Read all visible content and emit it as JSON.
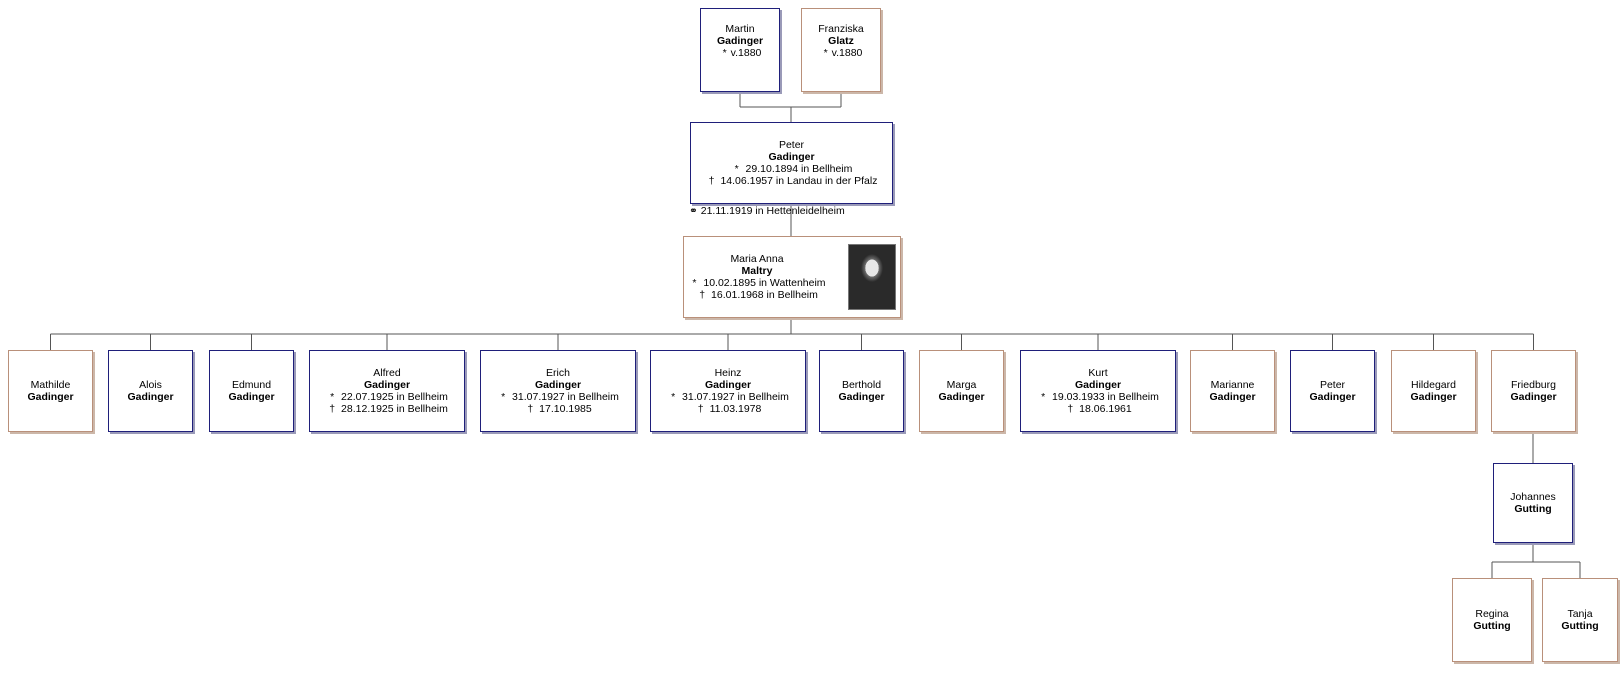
{
  "parents": [
    {
      "id": "martin",
      "given": "Martin",
      "surname": "Gadinger",
      "events": [
        {
          "symbol": "*",
          "text": "v.1880"
        }
      ],
      "sex": "m"
    },
    {
      "id": "franziska",
      "given": "Franziska",
      "surname": "Glatz",
      "events": [
        {
          "symbol": "*",
          "text": "v.1880"
        }
      ],
      "sex": "f"
    }
  ],
  "subject": {
    "given": "Peter",
    "surname": "Gadinger",
    "events": [
      {
        "symbol": "*",
        "text": "29.10.1894 in Bellheim"
      },
      {
        "symbol": "†",
        "text": "14.06.1957 in Landau in der Pfalz"
      }
    ]
  },
  "marriage": {
    "symbol": "⚭",
    "text": "21.11.1919 in Hettenleidelheim"
  },
  "spouse": {
    "given": "Maria Anna",
    "surname": "Maltry",
    "events": [
      {
        "symbol": "*",
        "text": "10.02.1895 in Wattenheim"
      },
      {
        "symbol": "†",
        "text": "16.01.1968 in Bellheim"
      }
    ]
  },
  "children": [
    {
      "given": "Mathilde",
      "surname": "Gadinger",
      "sex": "f",
      "events": []
    },
    {
      "given": "Alois",
      "surname": "Gadinger",
      "sex": "m",
      "events": []
    },
    {
      "given": "Edmund",
      "surname": "Gadinger",
      "sex": "m",
      "events": []
    },
    {
      "given": "Alfred",
      "surname": "Gadinger",
      "sex": "m",
      "events": [
        {
          "symbol": "*",
          "text": "22.07.1925 in Bellheim"
        },
        {
          "symbol": "†",
          "text": "28.12.1925 in Bellheim"
        }
      ]
    },
    {
      "given": "Erich",
      "surname": "Gadinger",
      "sex": "m",
      "events": [
        {
          "symbol": "*",
          "text": "31.07.1927 in Bellheim"
        },
        {
          "symbol": "†",
          "text": "17.10.1985"
        }
      ]
    },
    {
      "given": "Heinz",
      "surname": "Gadinger",
      "sex": "m",
      "events": [
        {
          "symbol": "*",
          "text": "31.07.1927 in Bellheim"
        },
        {
          "symbol": "†",
          "text": "11.03.1978"
        }
      ]
    },
    {
      "given": "Berthold",
      "surname": "Gadinger",
      "sex": "m",
      "events": []
    },
    {
      "given": "Marga",
      "surname": "Gadinger",
      "sex": "f",
      "events": []
    },
    {
      "given": "Kurt",
      "surname": "Gadinger",
      "sex": "m",
      "events": [
        {
          "symbol": "*",
          "text": "19.03.1933 in Bellheim"
        },
        {
          "symbol": "†",
          "text": "18.06.1961"
        }
      ]
    },
    {
      "given": "Marianne",
      "surname": "Gadinger",
      "sex": "f",
      "events": []
    },
    {
      "given": "Peter",
      "surname": "Gadinger",
      "sex": "m",
      "events": []
    },
    {
      "given": "Hildegard",
      "surname": "Gadinger",
      "sex": "f",
      "events": []
    },
    {
      "given": "Friedburg",
      "surname": "Gadinger",
      "sex": "f",
      "events": []
    }
  ],
  "in_law": {
    "given": "Johannes",
    "surname": "Gutting",
    "sex": "m"
  },
  "grandchildren": [
    {
      "given": "Regina",
      "surname": "Gutting",
      "sex": "f"
    },
    {
      "given": "Tanja",
      "surname": "Gutting",
      "sex": "f"
    }
  ]
}
